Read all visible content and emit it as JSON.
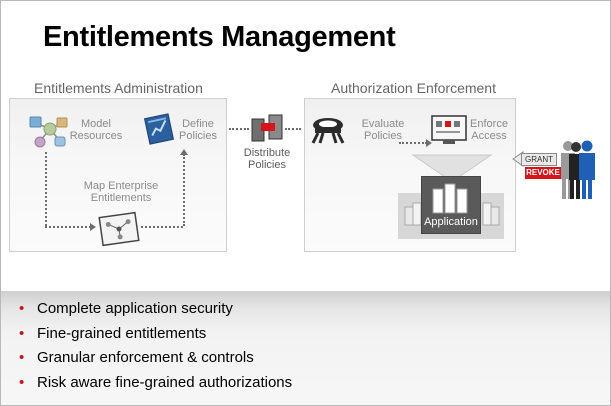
{
  "title": "Entitlements Management",
  "sections": {
    "admin": {
      "heading": "Entitlements Administration",
      "model_resources": "Model\nResources",
      "define_policies": "Define\nPolicies",
      "map_entitlements": "Map Enterprise\nEntitlements"
    },
    "distribute": {
      "label": "Distribute\nPolicies"
    },
    "enforcement": {
      "heading": "Authorization Enforcement",
      "evaluate_policies": "Evaluate\nPolicies",
      "enforce_access": "Enforce\nAccess",
      "application": "Application",
      "grant": "GRANT",
      "revoke": "REVOKE"
    }
  },
  "bullets": [
    "Complete application security",
    "Fine-grained entitlements",
    "Granular enforcement & controls",
    "Risk aware fine-grained authorizations"
  ],
  "bullet_glyph": "•",
  "colors": {
    "accent_red": "#c4161c",
    "revoke_red": "#d8141b",
    "user_blue": "#1f5fb5"
  },
  "icons": [
    "model-resources-icon",
    "define-policies-icon",
    "map-entitlements-icon",
    "distribute-server-icon",
    "evaluate-gear-icon",
    "enforce-access-icon",
    "application-stack-icon",
    "users-icon"
  ]
}
